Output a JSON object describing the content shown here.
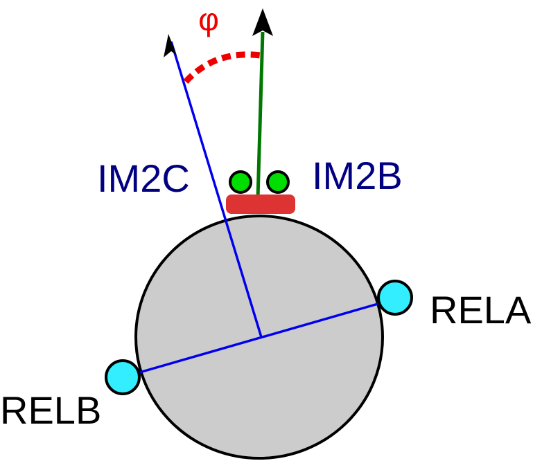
{
  "labels": {
    "phi": "φ",
    "im2c": "IM2C",
    "im2b": "IM2B",
    "rela": "RELA",
    "relb": "RELB"
  },
  "colors": {
    "background": "#ffffff",
    "disk_fill": "#cccccc",
    "disk_stroke": "#000000",
    "blue_axis": "#0000ee",
    "green_axis": "#007700",
    "phi_arc": "#ee0000",
    "im2_label": "#000080",
    "rel_label": "#000000",
    "magnet_block": "#dd3333",
    "green_sensor": "#00dd00",
    "cyan_marker": "#33eeff",
    "arrowhead": "#000000"
  },
  "icons": {
    "rela_marker": "cyan-circle",
    "relb_marker": "cyan-circle",
    "im2_sensors": "green-circle-pair",
    "magnet": "red-rounded-block"
  }
}
